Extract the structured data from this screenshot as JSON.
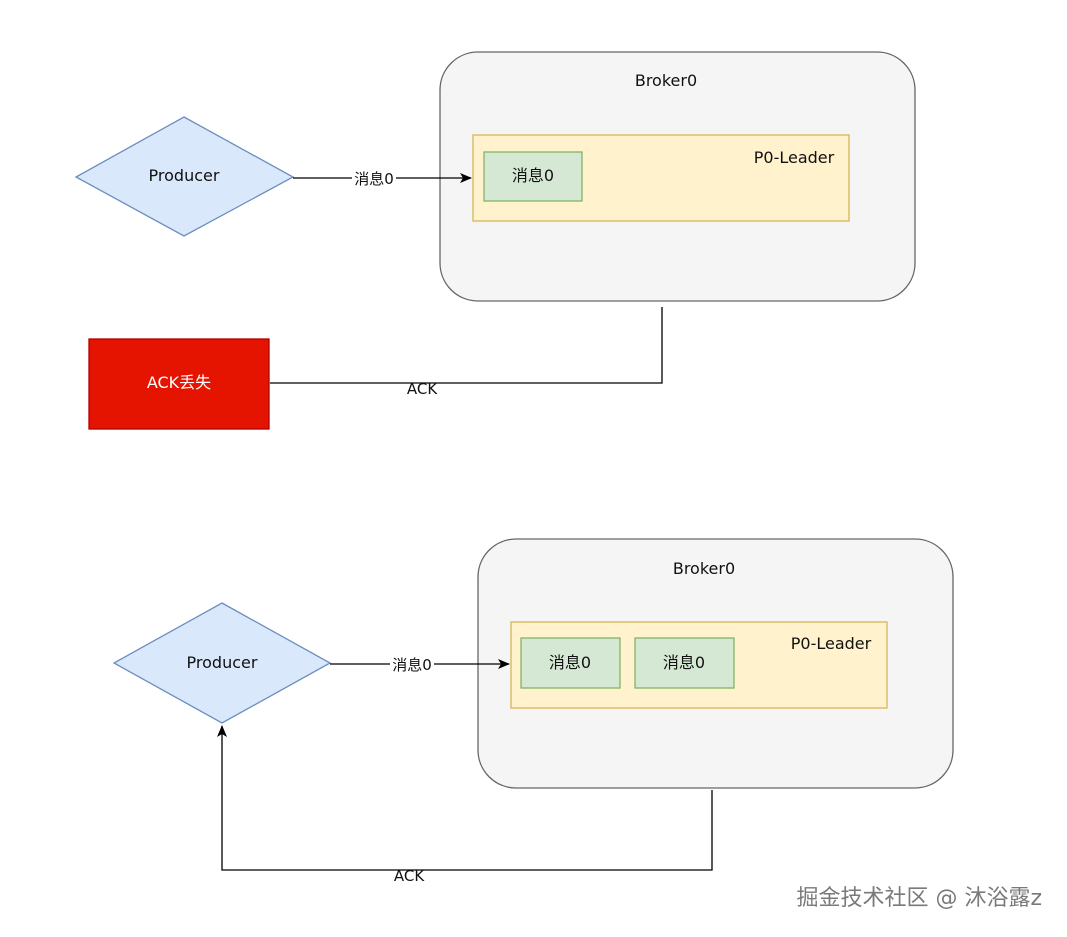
{
  "scenario_top": {
    "broker_label": "Broker0",
    "partition_label": "P0-Leader",
    "producer_label": "Producer",
    "messages": [
      "消息0"
    ],
    "send_edge_label": "消息0",
    "ack_edge_label": "ACK",
    "ack_lost_label": "ACK丢失"
  },
  "scenario_bottom": {
    "broker_label": "Broker0",
    "partition_label": "P0-Leader",
    "producer_label": "Producer",
    "messages": [
      "消息0",
      "消息0"
    ],
    "send_edge_label": "消息0",
    "ack_edge_label": "ACK"
  },
  "watermark": "掘金技术社区 @ 沐浴露z",
  "colors": {
    "broker_fill": "#f5f5f5",
    "broker_stroke": "#666666",
    "partition_fill": "#fff2cc",
    "partition_stroke": "#d6b656",
    "message_fill": "#d5e8d4",
    "message_stroke": "#82b366",
    "producer_fill": "#dae8fc",
    "producer_stroke": "#6c8ebf",
    "alert_fill": "#e51400",
    "alert_stroke": "#b20000"
  }
}
